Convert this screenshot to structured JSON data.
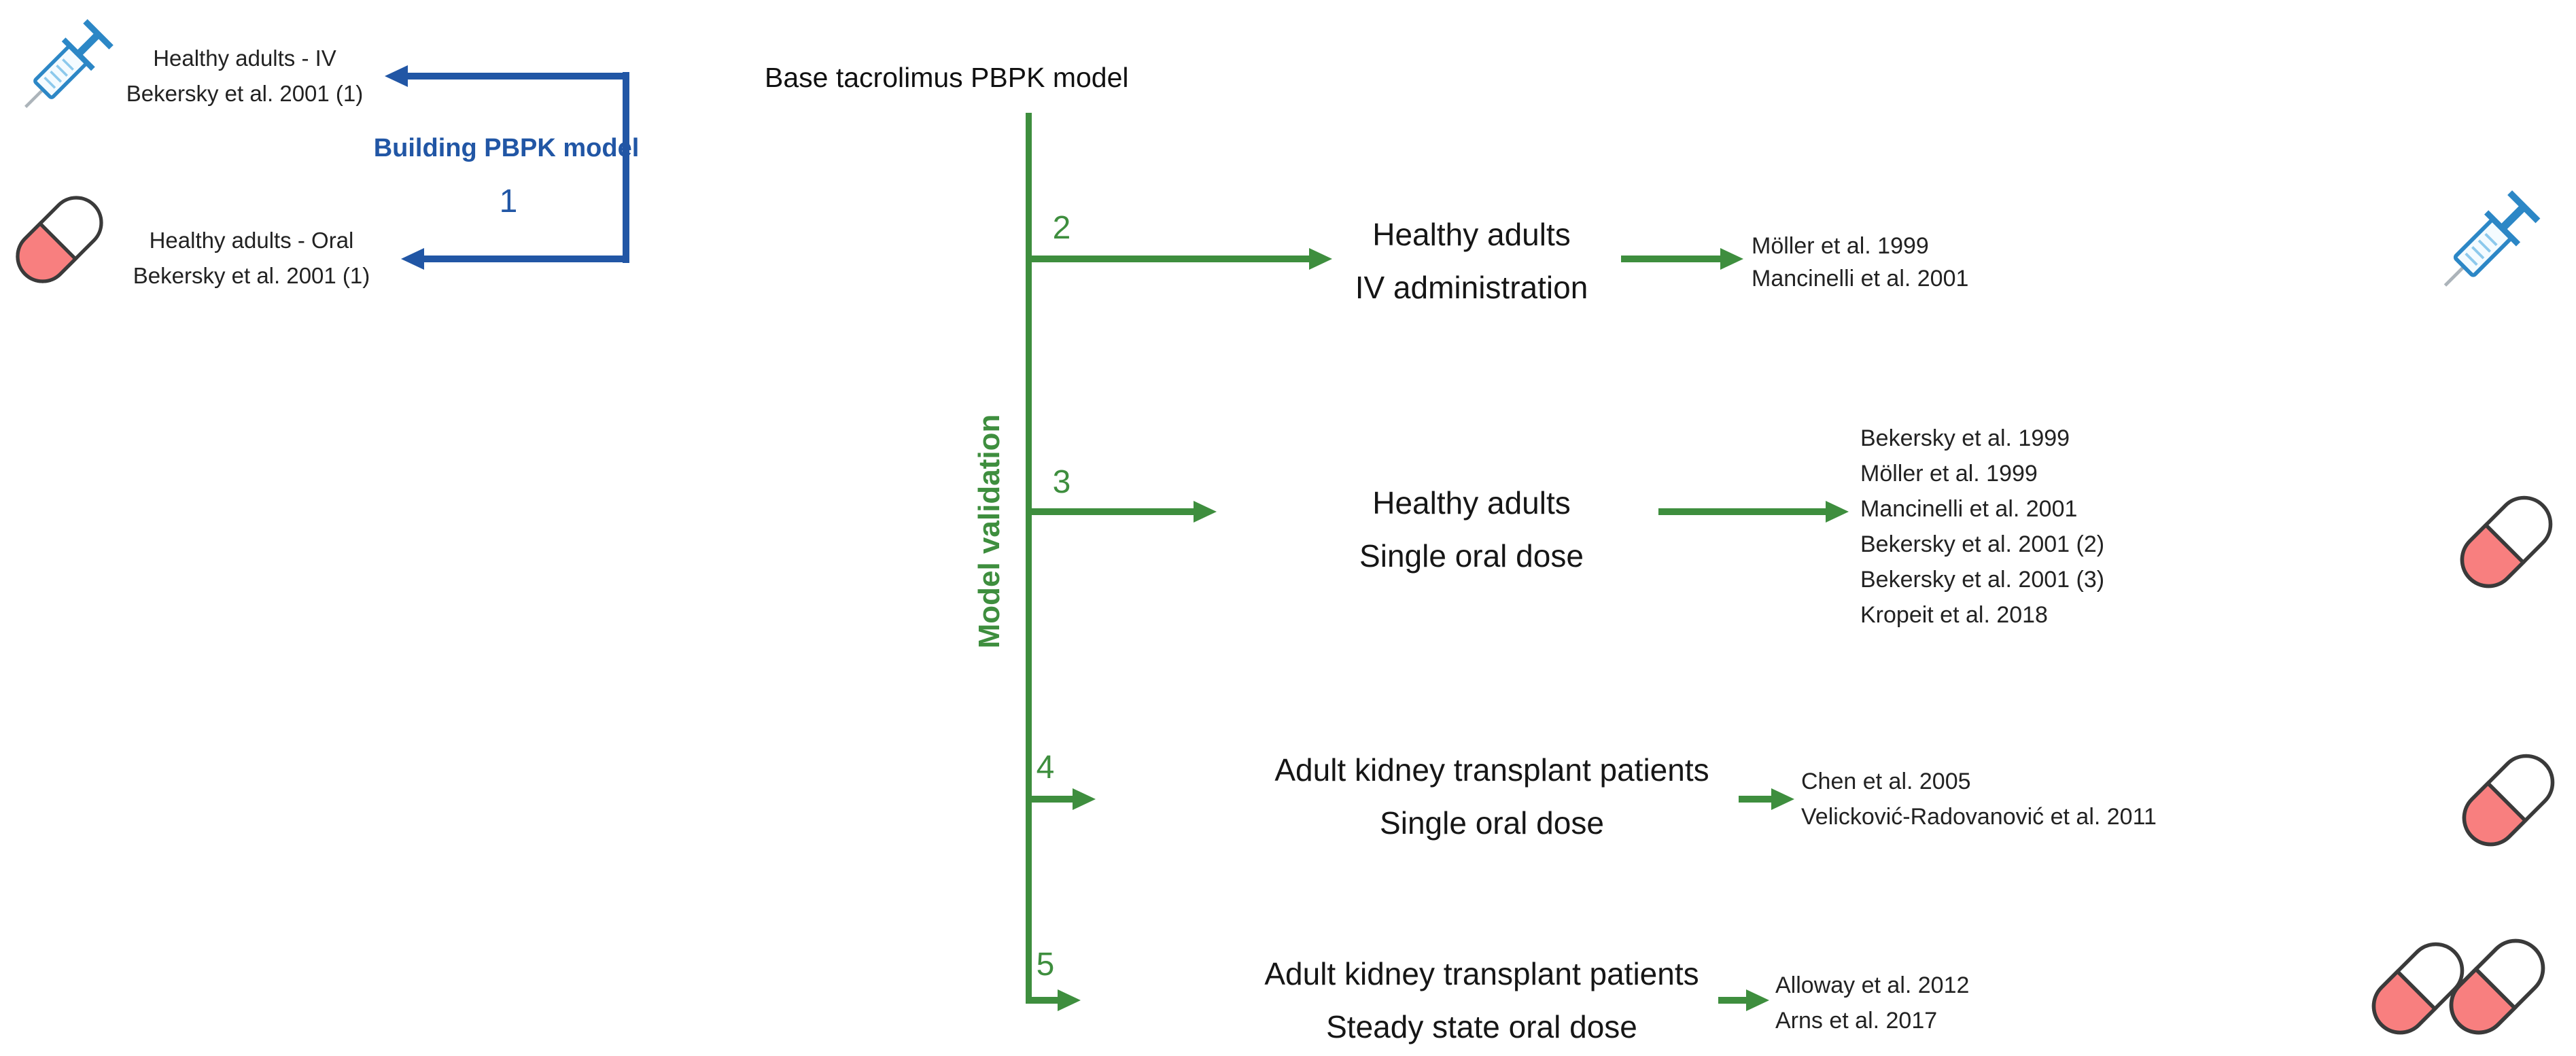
{
  "colors": {
    "arrow_blue": "#2156A5",
    "arrow_green": "#3E8E3E",
    "capsule_red": "#F87F7F",
    "syringe_blue": "#2C87C6",
    "text": "#1C1C1C"
  },
  "title": "Base tacrolimus PBPK model",
  "building_phase": {
    "label": "Building PBPK model",
    "step": "1",
    "datasets": [
      {
        "icon": "syringe-icon",
        "name": "Healthy adults - IV",
        "reference": "Bekersky et al. 2001 (1)"
      },
      {
        "icon": "capsule-icon",
        "name": "Healthy adults - Oral",
        "reference": "Bekersky et al. 2001 (1)"
      }
    ]
  },
  "validation_phase": {
    "label": "Model validation",
    "branches": [
      {
        "step": "2",
        "population": "Healthy adults",
        "dose": "IV administration",
        "icon": "syringe-icon",
        "references": [
          "Möller et al. 1999",
          "Mancinelli et al. 2001"
        ]
      },
      {
        "step": "3",
        "population": "Healthy adults",
        "dose": "Single oral dose",
        "icon": "capsule-icon",
        "references": [
          "Bekersky et al. 1999",
          "Möller et al. 1999",
          "Mancinelli et al. 2001",
          "Bekersky et al. 2001 (2)",
          "Bekersky et al. 2001 (3)",
          "Kropeit et al. 2018"
        ]
      },
      {
        "step": "4",
        "population": "Adult kidney transplant patients",
        "dose": "Single oral dose",
        "icon": "capsule-icon",
        "references": [
          "Chen et al. 2005",
          "Velicković-Radovanović et al. 2011"
        ]
      },
      {
        "step": "5",
        "population": "Adult kidney transplant patients",
        "dose": "Steady state oral dose",
        "icon": "double-capsule-icon",
        "references": [
          "Alloway et al. 2012",
          "Arns et al. 2017"
        ]
      }
    ]
  }
}
